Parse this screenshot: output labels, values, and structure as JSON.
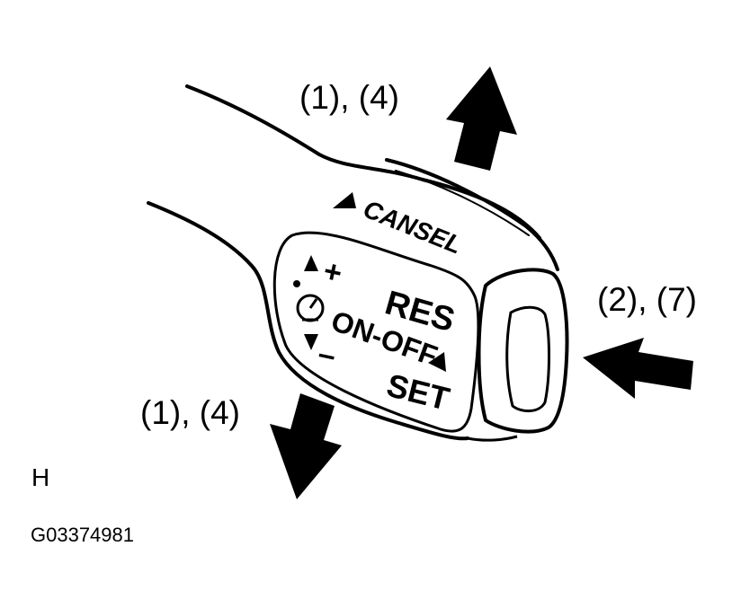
{
  "diagram": {
    "callouts": {
      "top": "(1), (4)",
      "right": "(2), (7)",
      "bottom": "(1), (4)"
    },
    "lever_labels": {
      "cancel": "CANSEL",
      "resume": "RES",
      "power": "ON-OFF",
      "set": "SET",
      "plus": "+",
      "minus": "–"
    },
    "corner_mark": "H",
    "figure_id": "G03374981"
  }
}
